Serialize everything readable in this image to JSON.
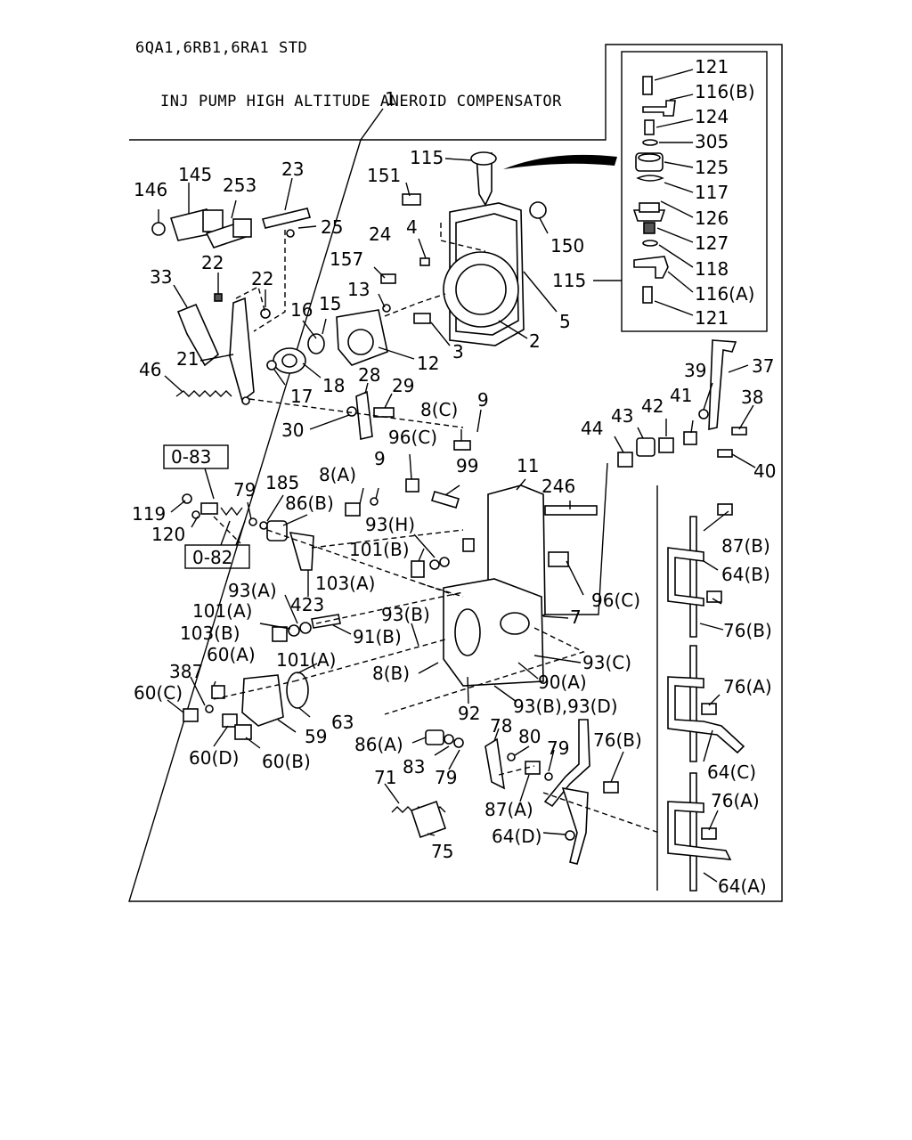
{
  "header": {
    "line1": "6QA1,6RB1,6RA1 STD",
    "line2": "INJ PUMP HIGH ALTITUDE ANEROID COMPENSATOR"
  },
  "refs": {
    "ref_083": "0-83",
    "ref_082": "0-82"
  },
  "labels": {
    "l1": "1",
    "l121a": "121",
    "l116b": "116(B)",
    "l124": "124",
    "l305": "305",
    "l125": "125",
    "l117": "117",
    "l126": "126",
    "l127": "127",
    "l118": "118",
    "l116a": "116(A)",
    "l121b": "121",
    "l115r": "115",
    "l115": "115",
    "l151": "151",
    "l150": "150",
    "l4": "4",
    "l24": "24",
    "l157": "157",
    "l5": "5",
    "l2": "2",
    "l3": "3",
    "l12": "12",
    "l13": "13",
    "l15": "15",
    "l16": "16",
    "l18": "18",
    "l17": "17",
    "l146": "146",
    "l145": "145",
    "l253": "253",
    "l23": "23",
    "l25": "25",
    "l22a": "22",
    "l22b": "22",
    "l33": "33",
    "l21": "21",
    "l46": "46",
    "l28": "28",
    "l29": "29",
    "l30": "30",
    "l39": "39",
    "l37": "37",
    "l38": "38",
    "l43": "43",
    "l42": "42",
    "l41": "41",
    "l44": "44",
    "l40": "40",
    "l8c": "8(C)",
    "l9a": "9",
    "l96c": "96(C)",
    "l99": "99",
    "l11": "11",
    "l246": "246",
    "l8a": "8(A)",
    "l9b": "9",
    "l93h": "93(H)",
    "l101b": "101(B)",
    "l96c2": "96(C)",
    "l119": "119",
    "l120": "120",
    "l79a": "79",
    "l185": "185",
    "l86b": "86(B)",
    "l103a": "103(A)",
    "l423": "423",
    "l93a": "93(A)",
    "l101a": "101(A)",
    "l103b": "103(B)",
    "l91b": "91(B)",
    "l93b": "93(B)",
    "l7": "7",
    "l101a2": "101(A)",
    "l60a": "60(A)",
    "l387": "387",
    "l60c": "60(C)",
    "l63": "63",
    "l59": "59",
    "l60d": "60(D)",
    "l60b": "60(B)",
    "l8b": "8(B)",
    "l93c": "93(C)",
    "l90a": "90(A)",
    "l92": "92",
    "l93bd": "93(B),93(D)",
    "l78": "78",
    "l80": "80",
    "l79b": "79",
    "l76b": "76(B)",
    "l86a": "86(A)",
    "l83": "83",
    "l79c": "79",
    "l71": "71",
    "l87a": "87(A)",
    "l64d": "64(D)",
    "l75": "75",
    "l87b": "87(B)",
    "l64b": "64(B)",
    "l76b2": "76(B)",
    "l76a": "76(A)",
    "l64c": "64(C)",
    "l76a2": "76(A)",
    "l64a": "64(A)"
  }
}
